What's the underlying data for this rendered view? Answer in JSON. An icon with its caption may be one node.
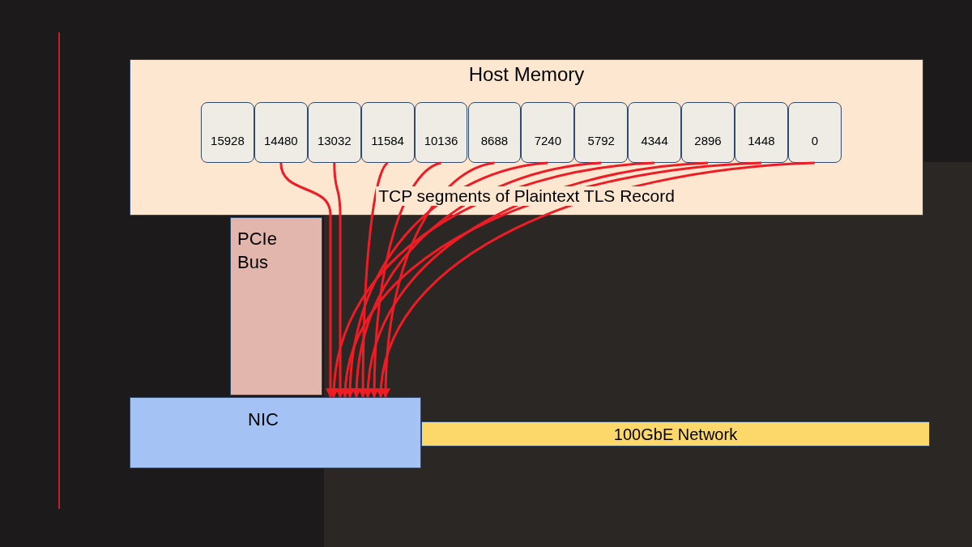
{
  "diagram": {
    "nodes": [
      {
        "text": [
          "Host Memory",
          "TCP segments of Plaintext TLS Record"
        ]
      },
      {
        "text": [
          "15928"
        ],
        "in": 0
      },
      {
        "text": [
          "14480"
        ],
        "in": 0
      },
      {
        "text": [
          "13032"
        ],
        "in": 0
      },
      {
        "text": [
          "11584"
        ],
        "in": 0
      },
      {
        "text": [
          "10136"
        ],
        "in": 0
      },
      {
        "text": [
          "8688"
        ],
        "in": 0
      },
      {
        "text": [
          "7240"
        ],
        "in": 0
      },
      {
        "text": [
          "5792"
        ],
        "in": 0
      },
      {
        "text": [
          "4344"
        ],
        "in": 0
      },
      {
        "text": [
          "2896"
        ],
        "in": 0
      },
      {
        "text": [
          "1448"
        ],
        "in": 0
      },
      {
        "text": [
          "0"
        ],
        "in": 0
      },
      {
        "text": [
          "PCIe Bus"
        ]
      },
      {
        "text": [
          "NIC"
        ]
      },
      {
        "text": [
          "100GbE Network"
        ]
      }
    ],
    "edges": [
      {
        "from": 2,
        "to": 14,
        "arrow": "to"
      },
      {
        "from": 3,
        "to": 14,
        "arrow": "to"
      },
      {
        "from": 4,
        "to": 14,
        "arrow": "to"
      },
      {
        "from": 5,
        "to": 14,
        "arrow": "to"
      },
      {
        "from": 6,
        "to": 14,
        "arrow": "to"
      },
      {
        "from": 7,
        "to": 14,
        "arrow": "to"
      },
      {
        "from": 8,
        "to": 14,
        "arrow": "to"
      },
      {
        "from": 9,
        "to": 14,
        "arrow": "to"
      },
      {
        "from": 10,
        "to": 14,
        "arrow": "to"
      },
      {
        "from": 11,
        "to": 14,
        "arrow": "to"
      },
      {
        "from": 12,
        "to": 14,
        "arrow": "to"
      }
    ]
  }
}
